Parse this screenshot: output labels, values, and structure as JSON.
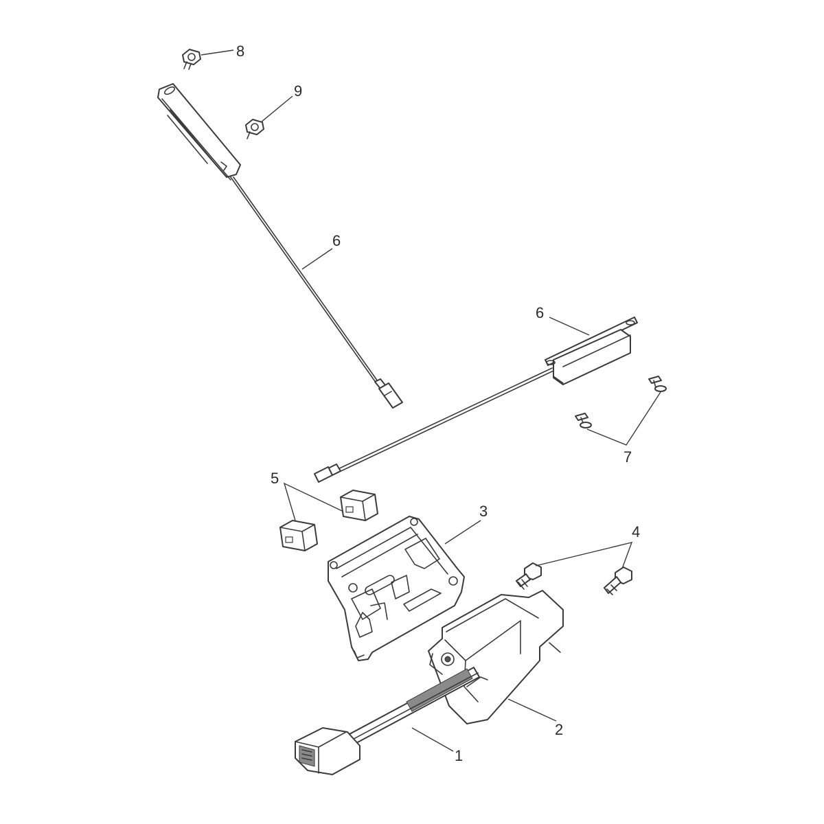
{
  "callouts": {
    "c1": "1",
    "c2": "2",
    "c3": "3",
    "c4": "4",
    "c5": "5",
    "c6_upper": "6",
    "c6_lower": "6",
    "c7": "7",
    "c8": "8",
    "c9": "9"
  },
  "colors": {
    "line": "#3a3a3a",
    "background": "#ffffff"
  }
}
